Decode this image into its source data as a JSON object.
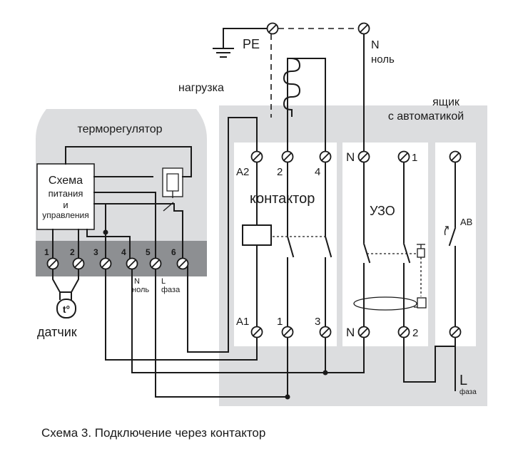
{
  "labels": {
    "pe": "PE",
    "n_top": "N",
    "n_top_sub": "ноль",
    "load": "нагрузка",
    "cabinet_line1": "ящик",
    "cabinet_line2": "с автоматикой",
    "thermostat": "терморегулятор",
    "block_line1": "Схема",
    "block_line2": "питания",
    "block_line3": "и",
    "block_line4": "управления",
    "contactor": "контактор",
    "uzo": "УЗО",
    "breaker": "АВ",
    "sensor": "t°",
    "sensor_caption": "датчик",
    "l_bottom": "L",
    "l_bottom_sub": "фаза",
    "term_n": "N",
    "term_n_sub": "ноль",
    "term_l": "L",
    "term_l_sub": "фаза",
    "caption": "Схема 3. Подключение через контактор"
  },
  "thermostat_terminals": [
    "1",
    "2",
    "3",
    "4",
    "5",
    "6"
  ],
  "contactor_terminals": {
    "a2": "A2",
    "t2": "2",
    "t4": "4",
    "a1": "A1",
    "t1": "1",
    "t3": "3"
  },
  "uzo_terminals": {
    "n_in": "N",
    "in1": "1",
    "n_out": "N",
    "out2": "2"
  },
  "colors": {
    "panel": "#dcdddf",
    "terminal_bar": "#8d8f92",
    "line": "#1a1a1a"
  }
}
